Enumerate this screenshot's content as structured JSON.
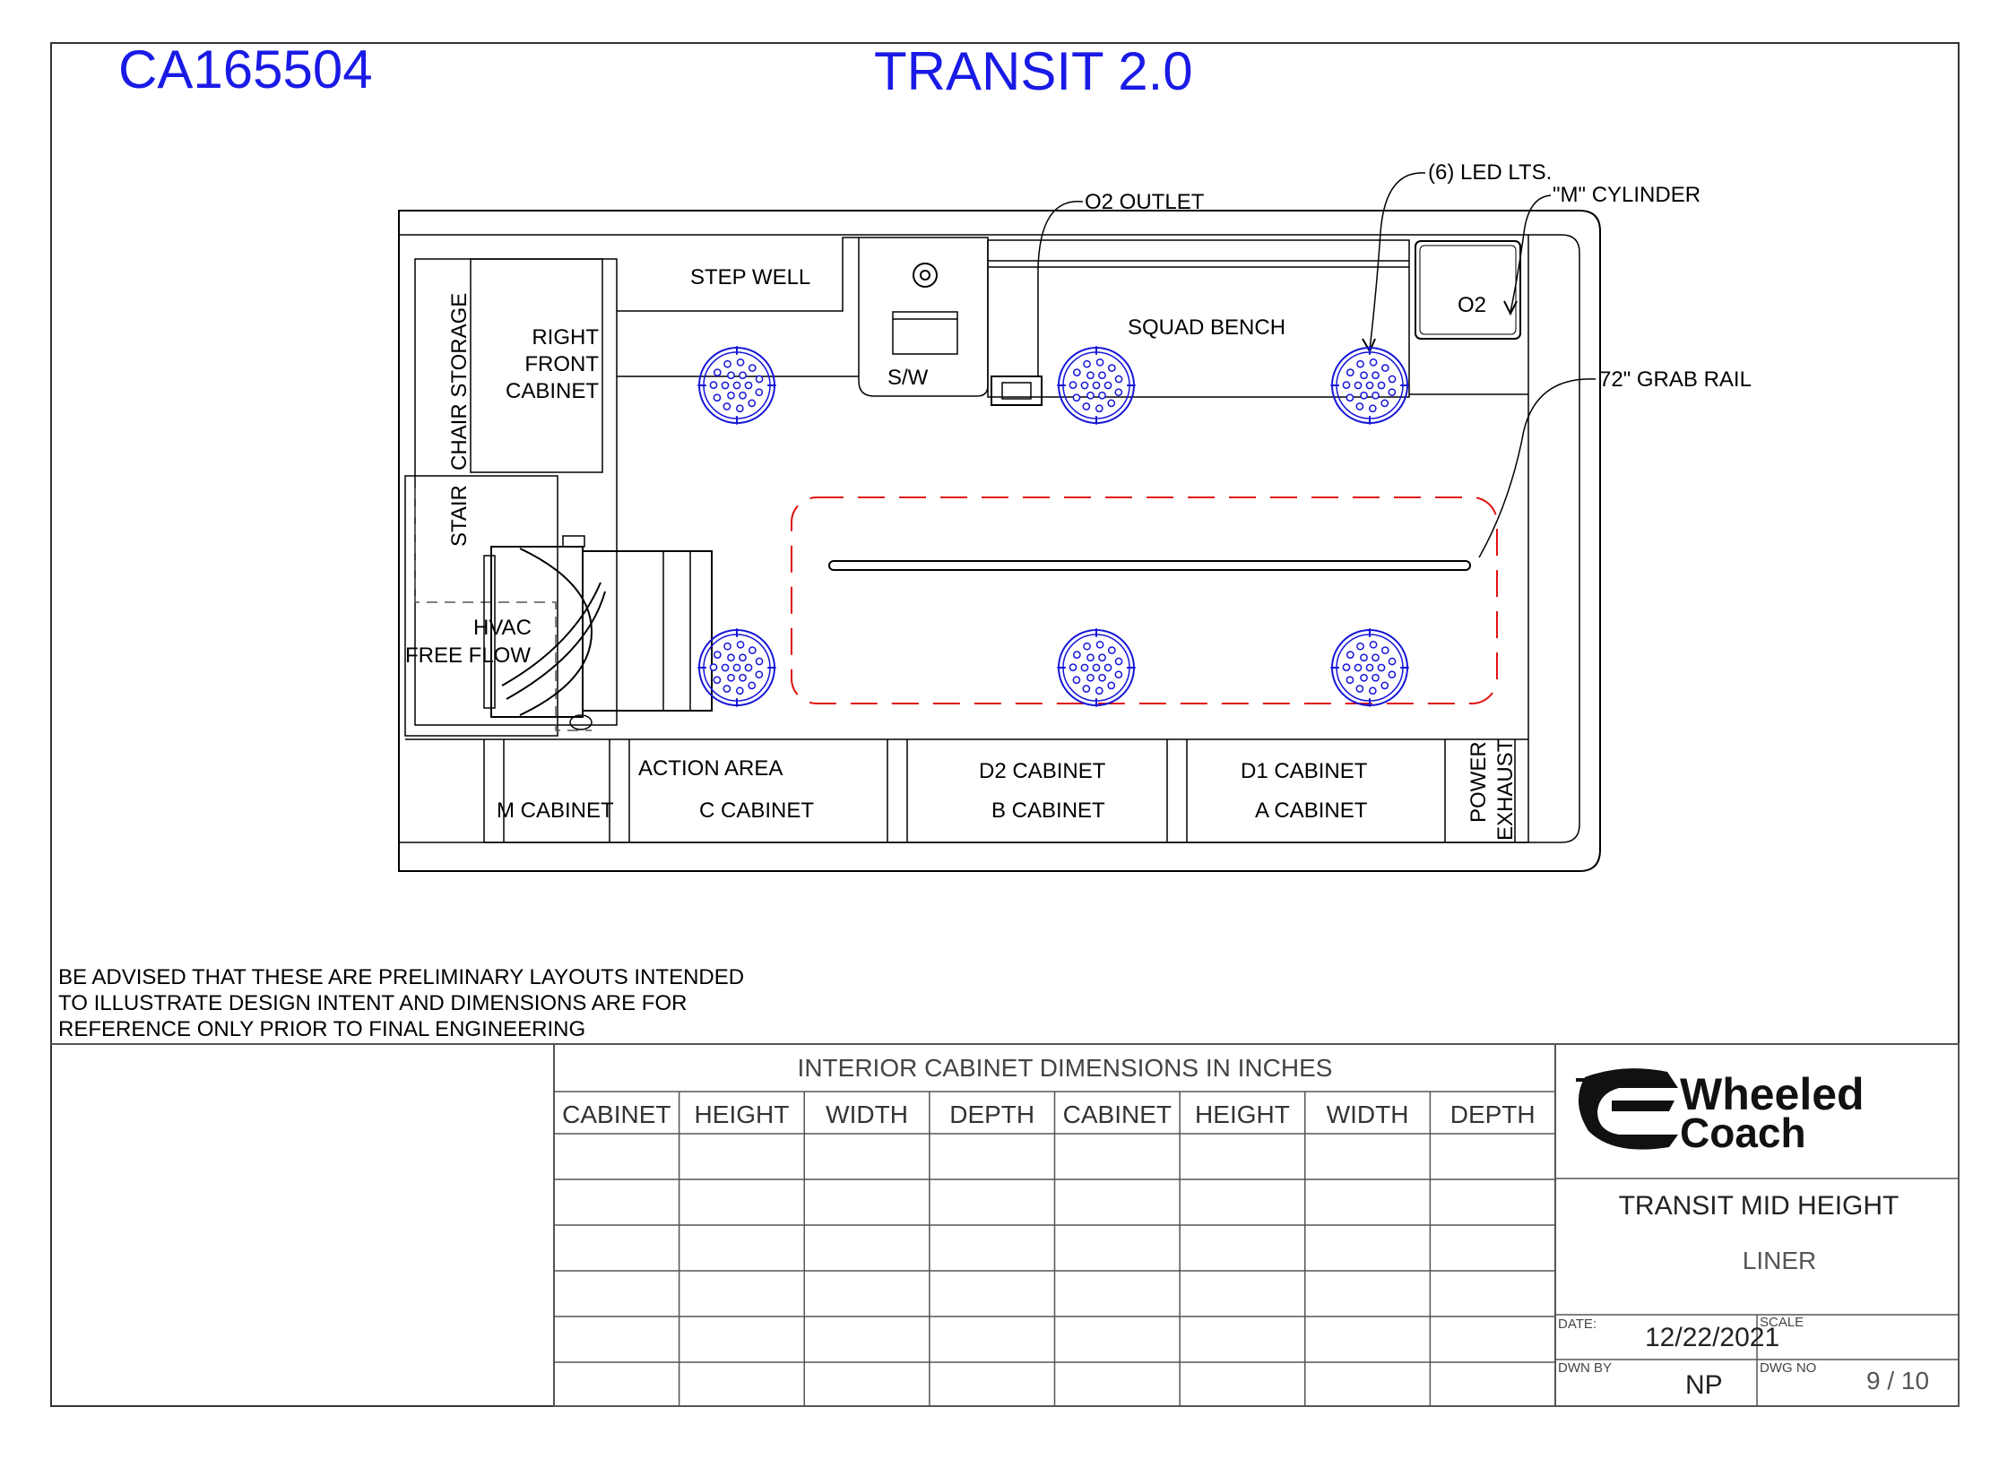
{
  "header": {
    "job_number": "CA165504",
    "model_title": "TRANSIT 2.0"
  },
  "floor_plan": {
    "labels": {
      "step_well": "STEP WELL",
      "right_front_cabinet": [
        "RIGHT",
        "FRONT",
        "CABINET"
      ],
      "stair_chair_storage": [
        "STAIR",
        "CHAIR STORAGE"
      ],
      "sw": "S/W",
      "squad_bench": "SQUAD BENCH",
      "o2": "O2",
      "hvac": "HVAC",
      "free_flow": "FREE FLOW",
      "action_area": "ACTION AREA",
      "m_cabinet": "M CABINET",
      "c_cabinet": "C CABINET",
      "d2_cabinet": "D2 CABINET",
      "b_cabinet": "B CABINET",
      "d1_cabinet": "D1 CABINET",
      "a_cabinet": "A CABINET",
      "power": "POWER",
      "exhaust": "EXHAUST"
    },
    "callouts": {
      "o2_outlet": "O2 OUTLET",
      "led_lights": "(6)  LED LTS.",
      "m_cylinder": "\"M\" CYLINDER",
      "grab_rail": "72\" GRAB RAIL"
    },
    "colors": {
      "led_light": "#1515d8",
      "grab_rail_zone": "#e01010",
      "title": "#1a1ae6"
    }
  },
  "disclaimer": [
    "BE ADVISED THAT THESE ARE PRELIMINARY LAYOUTS INTENDED",
    "TO ILLUSTRATE DESIGN INTENT AND DIMENSIONS  ARE FOR",
    "REFERENCE ONLY PRIOR TO FINAL ENGINEERING"
  ],
  "dimension_table": {
    "title": "INTERIOR CABINET DIMENSIONS IN INCHES",
    "columns": [
      "CABINET",
      "HEIGHT",
      "WIDTH",
      "DEPTH",
      "CABINET",
      "HEIGHT",
      "WIDTH",
      "DEPTH"
    ]
  },
  "title_block": {
    "logo_text": [
      "Wheeled",
      "Coach"
    ],
    "drawing_title": "TRANSIT MID HEIGHT",
    "drawing_subtitle": "LINER",
    "date_label": "DATE:",
    "date": "12/22/2021",
    "scale_label": "SCALE",
    "drawn_by_label": "DWN BY",
    "drawn_by": "NP",
    "dwg_no_label": "DWG NO",
    "dwg_no": "9 / 10"
  }
}
